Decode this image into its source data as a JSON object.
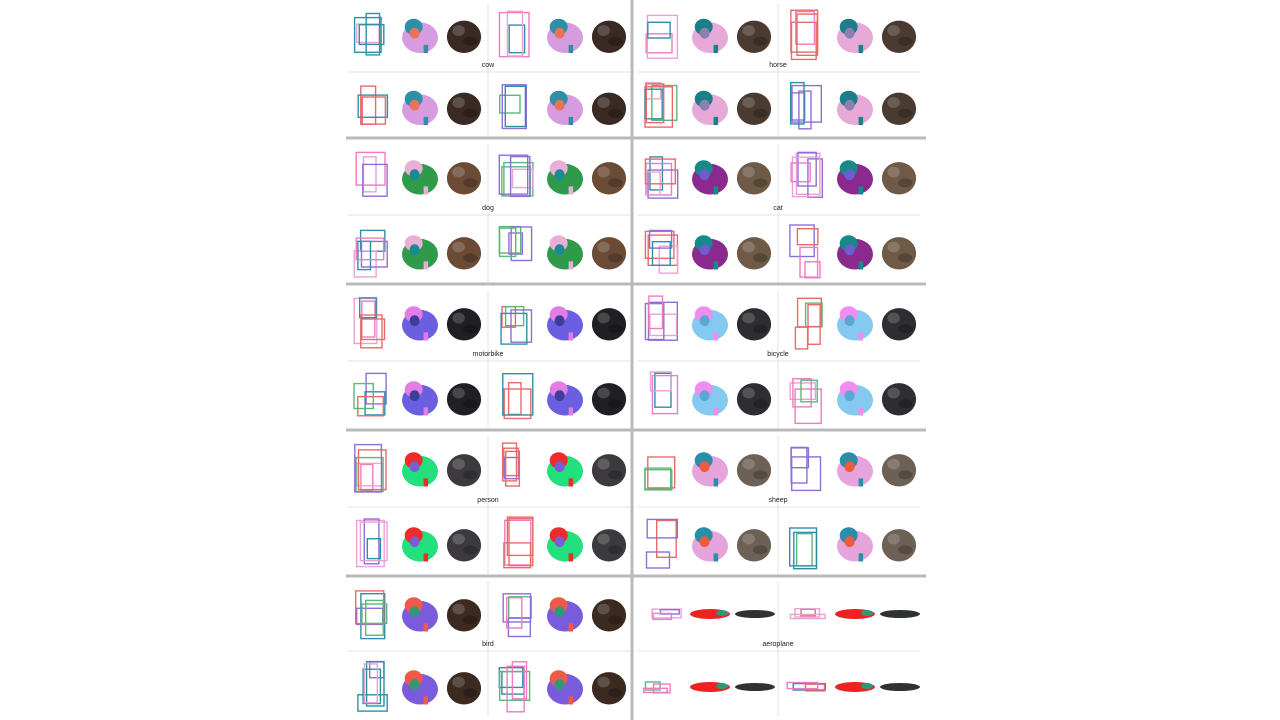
{
  "figure": {
    "categories": [
      {
        "name": "cow",
        "region": "x-0-y-0",
        "palette": {
          "part_a": "#d79be0",
          "part_b": "#2f8fa6",
          "part_c": "#e8735a",
          "photo": "#3a2a24"
        }
      },
      {
        "name": "horse",
        "region": "x-1-y-0",
        "palette": {
          "part_a": "#e6a9d8",
          "part_b": "#1b7e88",
          "part_c": "#8d7fb0",
          "photo": "#4a3a30"
        }
      },
      {
        "name": "dog",
        "region": "x-0-y-1",
        "palette": {
          "part_a": "#2f9b4a",
          "part_b": "#e8b0d6",
          "part_c": "#1c8a93",
          "photo": "#6b4b36"
        }
      },
      {
        "name": "cat",
        "region": "x-1-y-1",
        "palette": {
          "part_a": "#8b2a8e",
          "part_b": "#168a86",
          "part_c": "#6c5dd3",
          "photo": "#6e5a46"
        }
      },
      {
        "name": "motorbike",
        "region": "x-0-y-2",
        "palette": {
          "part_a": "#6a5fe0",
          "part_b": "#e27ce6",
          "part_c": "#3d3d9a",
          "photo": "#1f1f24"
        }
      },
      {
        "name": "bicycle",
        "region": "x-1-y-2",
        "palette": {
          "part_a": "#84c9ef",
          "part_b": "#ef8ef0",
          "part_c": "#5aa7d6",
          "photo": "#2e2e32"
        }
      },
      {
        "name": "person",
        "region": "x-0-y-3",
        "palette": {
          "part_a": "#22e07b",
          "part_b": "#ef2a2a",
          "part_c": "#7a5cd6",
          "photo": "#3c3a3e"
        }
      },
      {
        "name": "sheep",
        "region": "x-1-y-3",
        "palette": {
          "part_a": "#e6a4dd",
          "part_b": "#2a8ea8",
          "part_c": "#ef5a3a",
          "photo": "#6d6055"
        }
      },
      {
        "name": "bird",
        "region": "x-0-y-4",
        "palette": {
          "part_a": "#7a5bdc",
          "part_b": "#ef5a48",
          "part_c": "#2f9a7a",
          "photo": "#3b2a20"
        }
      },
      {
        "name": "aeroplane",
        "region": "x-1-y-4",
        "palette": {
          "part_a": "#ef2222",
          "part_b": "#2a9a7a",
          "part_c": "#e36aa8",
          "photo": "#2e3234"
        }
      }
    ],
    "colors": {
      "divider_major": "#b9b9b9",
      "divider_minor": "#e3e3e3",
      "box_palette": [
        "#e86a6a",
        "#2f8fa6",
        "#8e6fd6",
        "#e9a2d8",
        "#5bb87a",
        "#ef7bc2"
      ]
    }
  }
}
